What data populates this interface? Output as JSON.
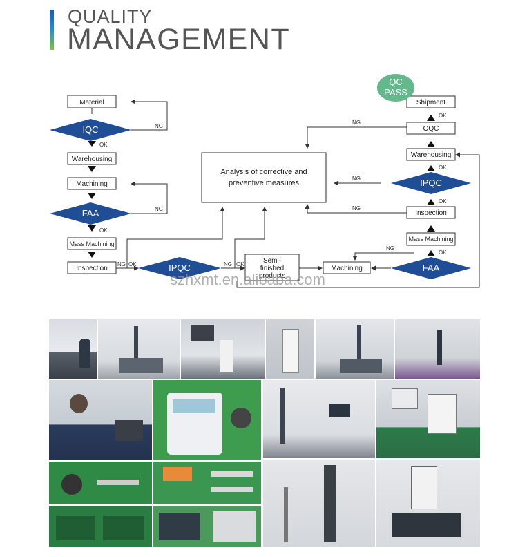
{
  "header": {
    "line1": "QUALITY",
    "line2": "MANAGEMENT"
  },
  "flow": {
    "material": "Material",
    "iqc": "IQC",
    "warehousing_left": "Warehousing",
    "machining_left": "Machining",
    "faa_left": "FAA",
    "mass_machining_left": "Mass Machining",
    "inspection_left": "Inspection",
    "ipqc_bottom": "IPQC",
    "semi_1": "Semi-",
    "semi_2": "finished",
    "semi_3": "products",
    "machining_bottom": "Machining",
    "faa_right": "FAA",
    "mass_machining_right": "Mass Machining",
    "inspection_right": "Inspection",
    "ipqc_right": "IPQC",
    "warehousing_right": "Warehousing",
    "oqc": "OQC",
    "shipment": "Shipment",
    "qc_pass_1": "QC",
    "qc_pass_2": "PASS",
    "analysis_1": "Analysis of corrective and",
    "analysis_2": "preventive measures",
    "ok": "OK",
    "ng": "NG"
  },
  "watermark": "szhxmt.en.alibaba.com",
  "colors": {
    "diamond": "#1f4e96",
    "qc_pass": "#63b88c",
    "accent_blue": "#1f5aa6",
    "accent_green": "#7cc142"
  }
}
